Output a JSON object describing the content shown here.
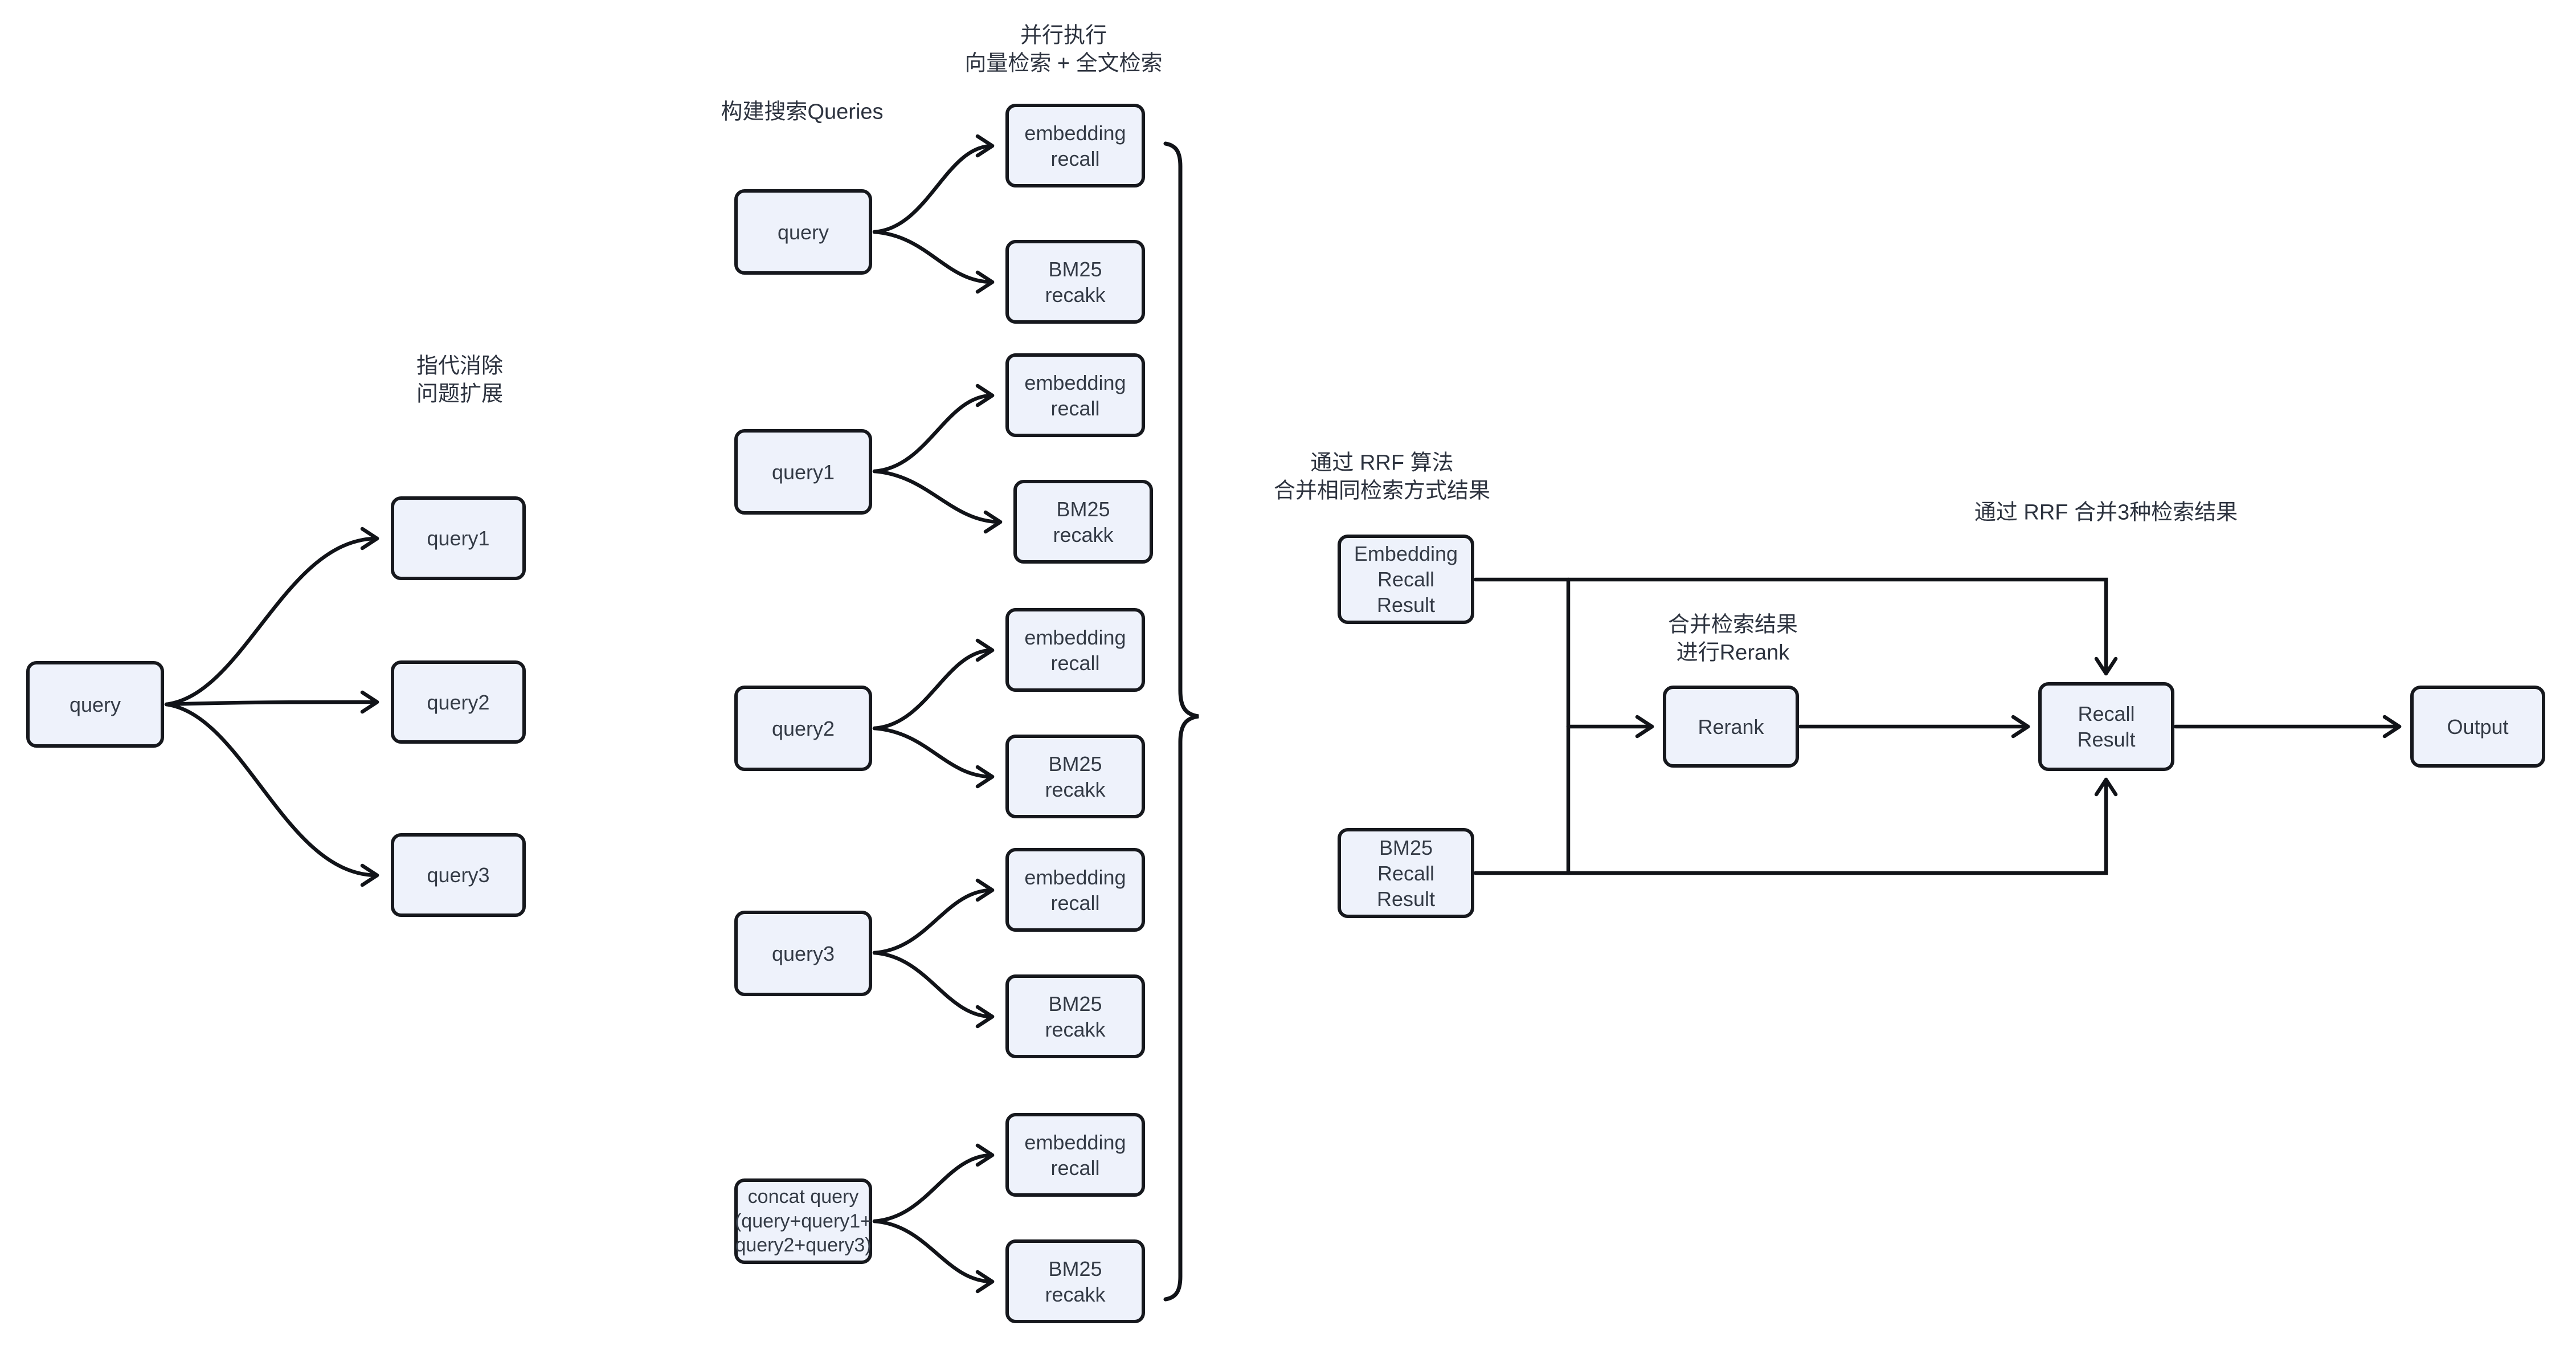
{
  "left": {
    "annotation": "指代消除\n问题扩展",
    "source": "query",
    "targets": [
      "query1",
      "query2",
      "query3"
    ]
  },
  "middle": {
    "build_label": "构建搜索Queries",
    "parallel_label": "并行执行\n向量检索 + 全文检索",
    "groups": [
      {
        "query": "query",
        "embedding": "embedding\nrecall",
        "bm25": "BM25\nrecakk"
      },
      {
        "query": "query1",
        "embedding": "embedding\nrecall",
        "bm25": "BM25\nrecakk"
      },
      {
        "query": "query2",
        "embedding": "embedding\nrecall",
        "bm25": "BM25\nrecakk"
      },
      {
        "query": "query3",
        "embedding": "embedding\nrecall",
        "bm25": "BM25\nrecakk"
      },
      {
        "query": "concat query\n(query+query1+\nquery2+query3)",
        "embedding": "embedding\nrecall",
        "bm25": "BM25\nrecakk"
      }
    ]
  },
  "right": {
    "rrf_merge_label": "通过 RRF 算法\n合并相同检索方式结果",
    "rrf_merge3_label": "通过 RRF 合并3种检索结果",
    "rerank_label": "合并检索结果\n进行Rerank",
    "embedding_result": "Embedding\nRecall\nResult",
    "bm25_result": "BM25\nRecall\nResult",
    "rerank": "Rerank",
    "recall_result": "Recall\nResult",
    "output": "Output"
  },
  "colors": {
    "node_fill": "#eef2fb",
    "node_border": "#16181d",
    "node_text": "#343b46",
    "line": "#111318",
    "background": "#ffffff"
  }
}
